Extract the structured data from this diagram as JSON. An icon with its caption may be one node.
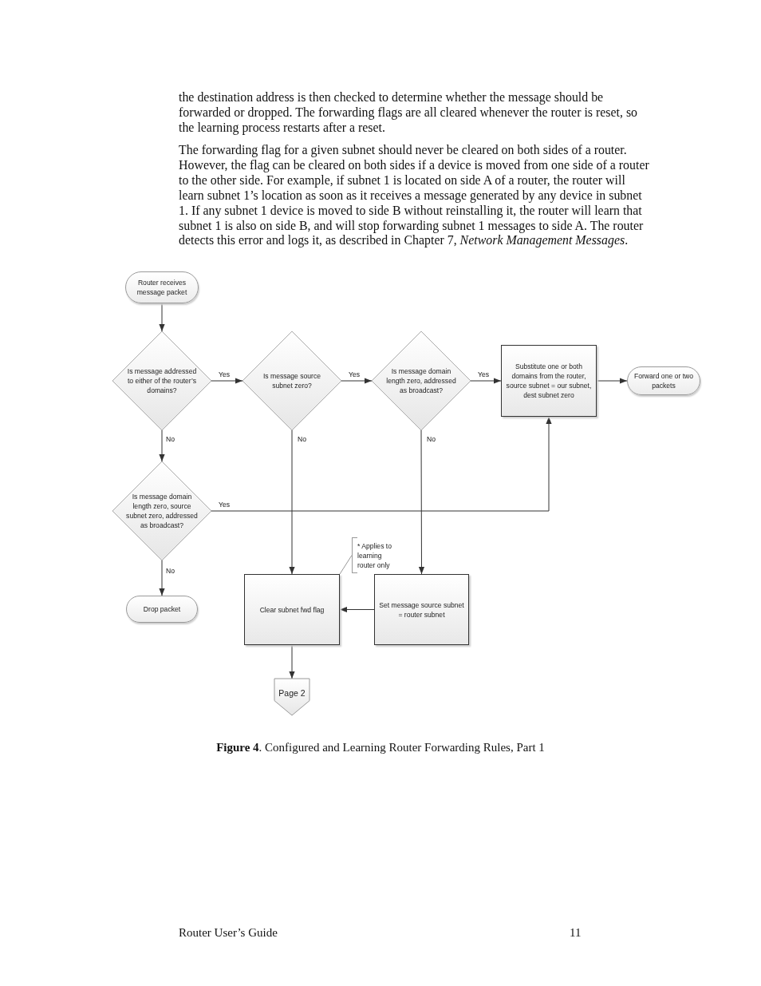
{
  "diagram": {
    "caption": "**Figure 4**. Configured and Learning Router Forwarding Rules, Part 1",
    "nodes": [
      {
        "text": [
          "Router receives message packet"
        ]
      },
      {
        "text": [
          "Is message addressed to either of the router’s domains?"
        ]
      },
      {
        "text": [
          "Is message source subnet zero?"
        ]
      },
      {
        "text": [
          "Is message domain length zero, addressed as broadcast?"
        ]
      },
      {
        "text": [
          "Substitute one or both domains from the router, source subnet = our subnet, dest subnet zero"
        ]
      },
      {
        "text": [
          "Forward one or two packets"
        ]
      },
      {
        "text": [
          "Is message domain length zero, source subnet zero, addressed as broadcast?"
        ]
      },
      {
        "text": [
          "Drop packet"
        ]
      },
      {
        "text": [
          "Clear subnet fwd flag"
        ]
      },
      {
        "text": [
          "Set message source subnet = router subnet"
        ]
      },
      {
        "text": [
          "* Applies to learning router only"
        ]
      },
      {
        "text": [
          "Page 2"
        ]
      }
    ],
    "edges": [
      {
        "from": 0,
        "to": 1,
        "arrow": "to"
      },
      {
        "from": 1,
        "to": 2,
        "arrow": "to",
        "label": "Yes"
      },
      {
        "from": 2,
        "to": 3,
        "arrow": "to",
        "label": "Yes"
      },
      {
        "from": 3,
        "to": 4,
        "arrow": "to",
        "label": "Yes"
      },
      {
        "from": 4,
        "to": 5,
        "arrow": "to"
      },
      {
        "from": 1,
        "to": 6,
        "arrow": "to",
        "label": "No"
      },
      {
        "from": 2,
        "to": 8,
        "arrow": "to",
        "label": "No"
      },
      {
        "from": 3,
        "to": 9,
        "arrow": "to",
        "label": "No"
      },
      {
        "from": 6,
        "to": 4,
        "arrow": "to",
        "label": "Yes"
      },
      {
        "from": 6,
        "to": 7,
        "arrow": "to",
        "label": "No"
      },
      {
        "from": 9,
        "to": 8,
        "arrow": "to"
      },
      {
        "from": 8,
        "to": 11,
        "arrow": "to"
      },
      {
        "from": 10,
        "to": 8,
        "arrow": "none",
        "color": "#999999"
      }
    ],
    "labels": [
      "the destination address is then checked to determine whether the message should be forwarded or dropped.  The forwarding flags are all cleared whenever the router is reset, so the learning process restarts after a reset.",
      "The forwarding flag for a given subnet should never be cleared on both sides of a router.  However, the flag can be cleared on both sides if a device is moved from one side of a router to the other side.  For example, if subnet 1 is located on side A of a router, the router will learn subnet 1’s location as soon as it receives a message generated by any device in subnet 1.  If any subnet 1 device is moved to side B without reinstalling it, the router will learn that subnet 1 is also on side B, and will stop forwarding subnet 1 messages to side A.  The router detects this error and logs it, as described in Chapter 7, *Network Management Messages*.",
      "Router User’s Guide",
      "11"
    ]
  }
}
